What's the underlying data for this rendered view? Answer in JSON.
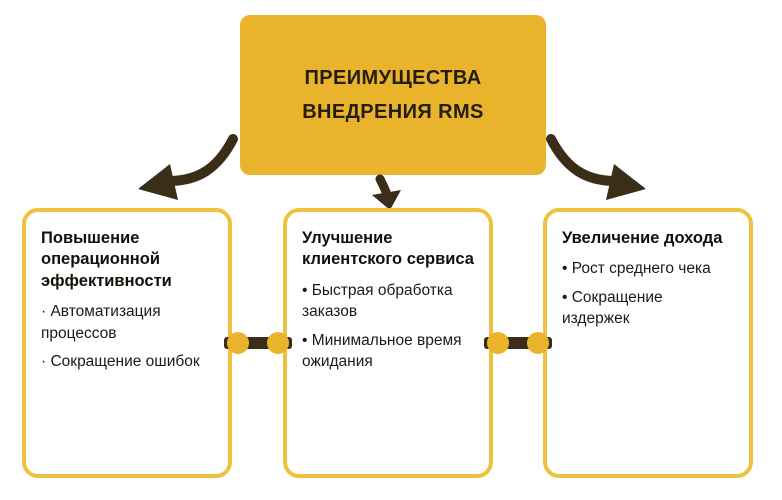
{
  "header": {
    "title": "ПРЕИМУЩЕСТВА ВНЕДРЕНИЯ RMS"
  },
  "cards": [
    {
      "title": "Повышение операционной эффективности",
      "items": [
        "· Автоматизация процессов",
        "· Сокращение ошибок"
      ]
    },
    {
      "title": "Улучшение клиентского сервиса",
      "items": [
        "• Быстрая обработка заказов",
        "• Минимальное время ожидания"
      ]
    },
    {
      "title": "Увеличение дохода",
      "items": [
        "• Рост среднего чека",
        "• Сокращение издержек"
      ]
    }
  ],
  "colors": {
    "accent": "#e9b32b",
    "card_border": "#efc23e",
    "arrow": "#3a2e18",
    "text": "#1c1a15"
  }
}
